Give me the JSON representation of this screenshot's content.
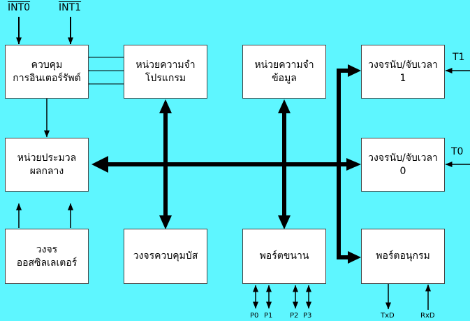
{
  "colors": {
    "background": "#5ef6ff",
    "box_fill": "#ffffff",
    "box_border": "#444444",
    "line": "#000000"
  },
  "blocks": {
    "interrupt_control": [
      "ควบคุม",
      "การอินเตอร์รัพต์"
    ],
    "program_memory": [
      "หน่วยความจำ",
      "โปรแกรม"
    ],
    "data_memory": [
      "หน่วยความจำ",
      "ข้อมูล"
    ],
    "timer1": [
      "วงจรนับ/จับเวลา",
      "1"
    ],
    "cpu": [
      "หน่วยประมวล",
      "ผลกลาง"
    ],
    "timer0": [
      "วงจรนับ/จับเวลา",
      "0"
    ],
    "oscillator": [
      "วงจร",
      "ออสซิลเลเตอร์"
    ],
    "bus_control": [
      "วงจรควบคุมบัส"
    ],
    "parallel_port": [
      "พอร์ตขนาน"
    ],
    "serial_port": [
      "พอร์ตอนุกรม"
    ]
  },
  "signals": {
    "int0": "INT0",
    "int1": "INT1",
    "t1": "T1",
    "t0": "T0",
    "p0": "P0",
    "p1": "P1",
    "p2": "P2",
    "p3": "P3",
    "txd": "TxD",
    "rxd": "RxD"
  }
}
